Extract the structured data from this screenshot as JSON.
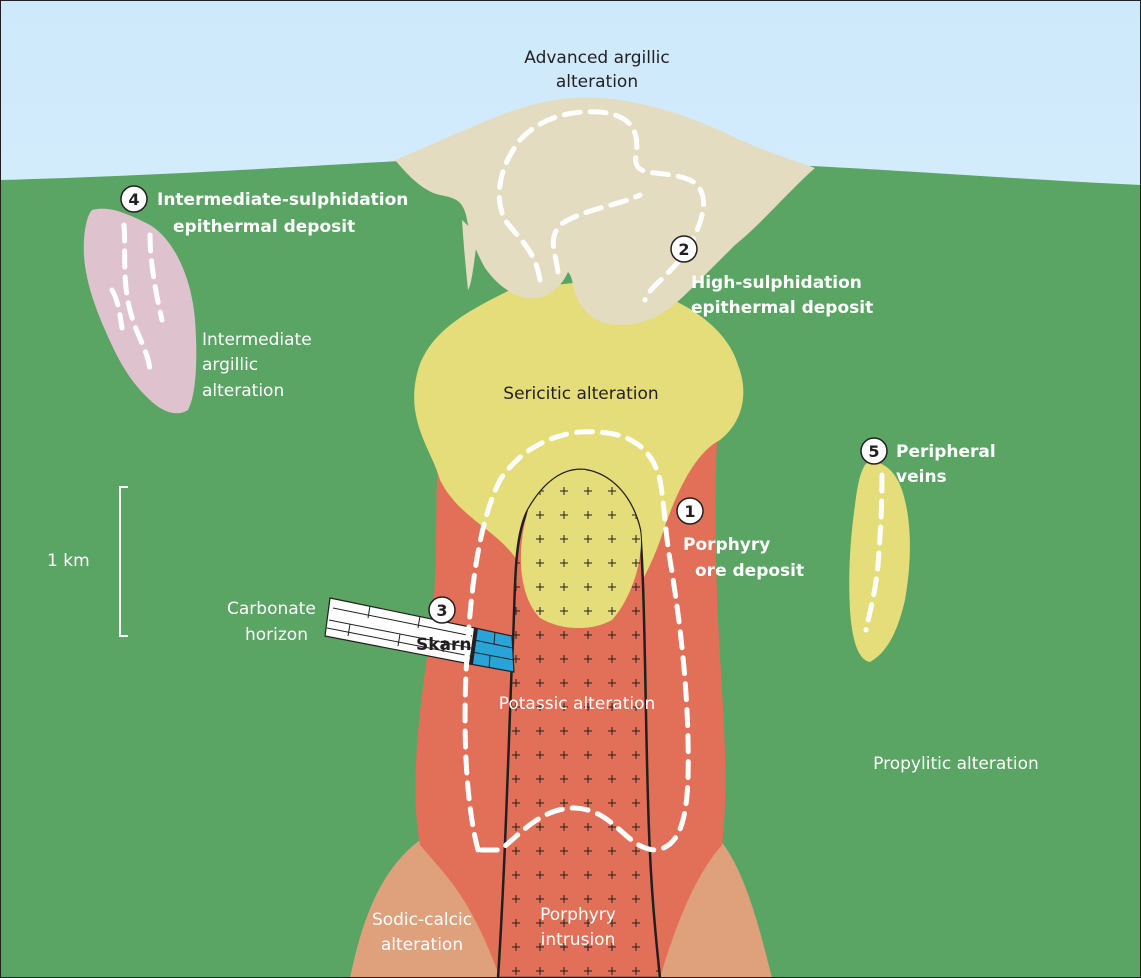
{
  "labels": {
    "advanced_argillic": [
      "Advanced argillic",
      "alteration"
    ],
    "intermediate_sulphidation": [
      "Intermediate-sulphidation",
      "epithermal deposit"
    ],
    "high_sulphidation": [
      "High-sulphidation",
      "epithermal deposit"
    ],
    "intermediate_argillic": [
      "Intermediate",
      "argillic",
      "alteration"
    ],
    "sericitic": "Sericitic alteration",
    "peripheral_veins": [
      "Peripheral",
      "veins"
    ],
    "porphyry_ore": [
      "Porphyry",
      "ore deposit"
    ],
    "scale": "1 km",
    "carbonate_horizon": [
      "Carbonate",
      "horizon"
    ],
    "skarn": "Skarn",
    "potassic": "Potassic alteration",
    "propylitic": "Propylitic alteration",
    "sodic_calcic": [
      "Sodic-calcic",
      "alteration"
    ],
    "porphyry_intrusion": [
      "Porphyry",
      "intrusion"
    ]
  },
  "markers": {
    "ore_deposit": "1",
    "high_sulphidation": "2",
    "skarn": "3",
    "intermediate_sulphidation": "4",
    "peripheral_veins": "5"
  },
  "colors": {
    "sky_top": "#cde9fb",
    "sky_bottom": "#eef8ff",
    "ground_green": "#5aa464",
    "advanced_argillic": "#e3dcc0",
    "sericitic": "#e4dd79",
    "potassic": "#e27058",
    "sodic_calcic": "#dfa07c",
    "intermediate_argillic": "#dec3cf",
    "skarn_blue": "#29a4d9",
    "carbonate_white": "#ffffff"
  }
}
